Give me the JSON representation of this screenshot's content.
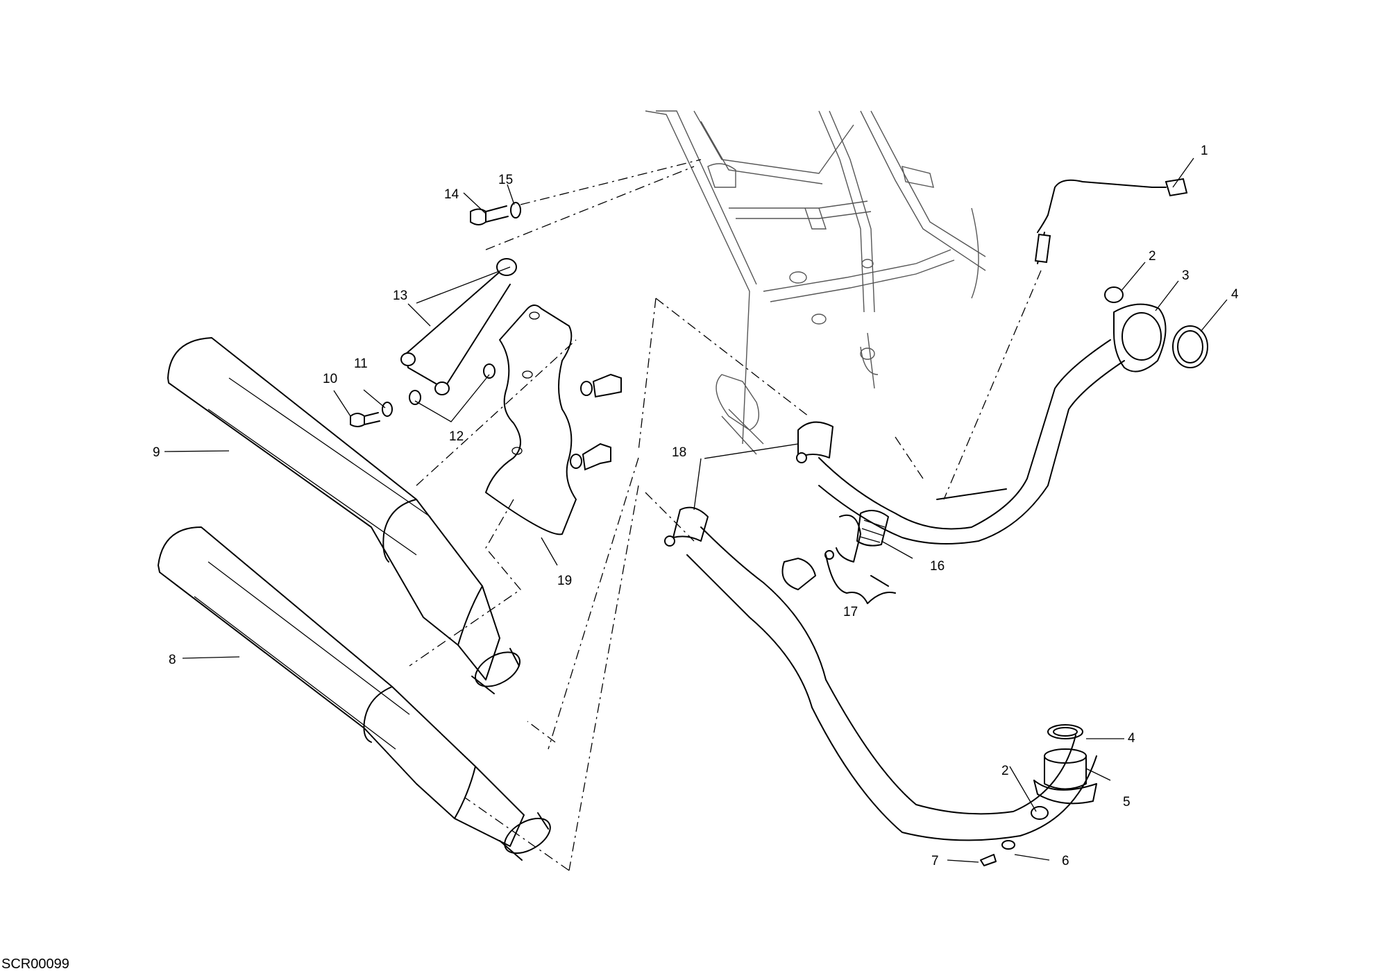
{
  "drawing_code": "SCR00099",
  "callouts": [
    {
      "num": "1"
    },
    {
      "num": "2"
    },
    {
      "num": "3"
    },
    {
      "num": "4"
    },
    {
      "num": "14"
    },
    {
      "num": "15"
    },
    {
      "num": "13"
    },
    {
      "num": "10"
    },
    {
      "num": "11"
    },
    {
      "num": "12"
    },
    {
      "num": "9"
    },
    {
      "num": "8"
    },
    {
      "num": "18"
    },
    {
      "num": "16"
    },
    {
      "num": "17"
    },
    {
      "num": "19"
    },
    {
      "num": "4"
    },
    {
      "num": "2"
    },
    {
      "num": "5"
    },
    {
      "num": "6"
    },
    {
      "num": "7"
    }
  ]
}
